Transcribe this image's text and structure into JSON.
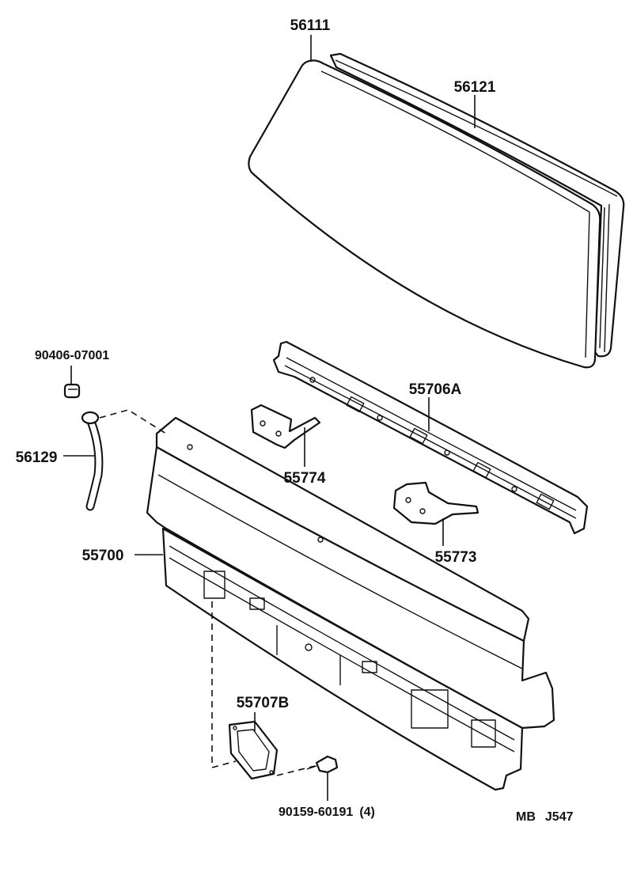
{
  "parts": {
    "glass": "56111",
    "weatherstrip": "56121",
    "clip": "90406-07001",
    "hose": "56129",
    "panel": "55700",
    "reinforcement": "55706A",
    "bracket_left": "55774",
    "bracket_right": "55773",
    "hole_cover": "55707B",
    "screw": "90159-60191",
    "screw_qty": "(4)"
  },
  "diagram_code": {
    "prefix": "MB",
    "code": "J547"
  }
}
